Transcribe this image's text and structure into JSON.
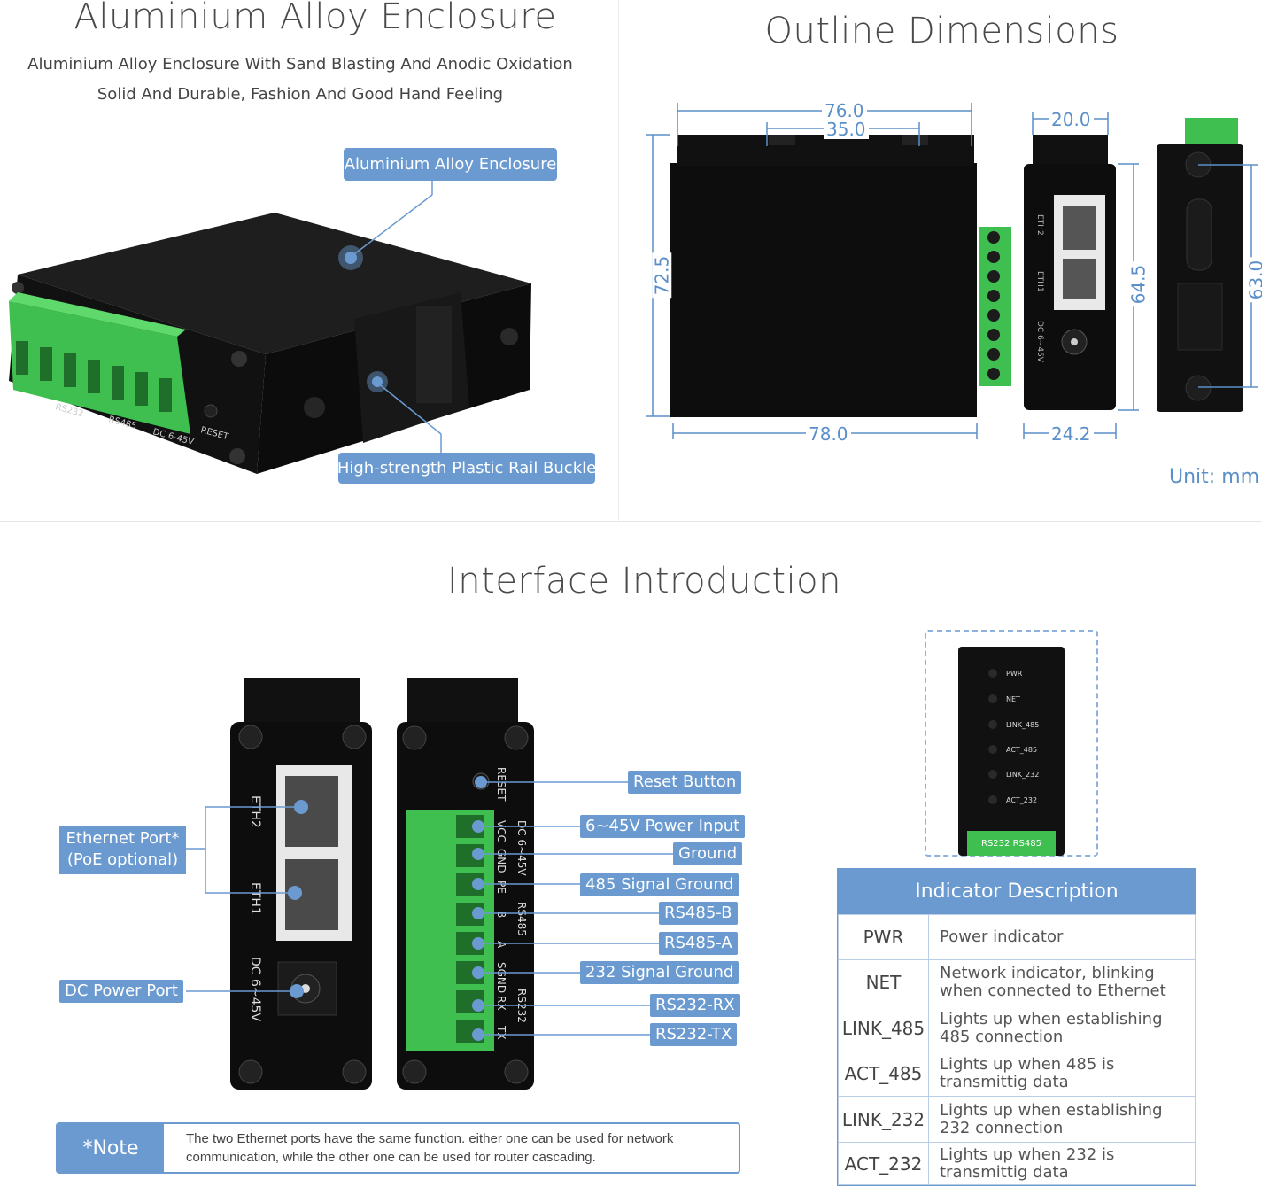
{
  "enclosure": {
    "title": "Aluminium Alloy Enclosure",
    "subtitle_line1": "Aluminium Alloy Enclosure With Sand Blasting And Anodic Oxidation",
    "subtitle_line2": "Solid And Durable, Fashion And Good Hand Feeling",
    "callout_enclosure": "Aluminium Alloy Enclosure",
    "callout_buckle": "High-strength Plastic Rail Buckle",
    "device_labels": [
      "RS232",
      "RS485",
      "DC 6-45V",
      "RESET"
    ]
  },
  "dimensions": {
    "title": "Outline Dimensions",
    "top_width": "76.0",
    "top_inner": "35.0",
    "height_left": "72.5",
    "bottom_width": "78.0",
    "side_width_top": "20.0",
    "side_height": "64.5",
    "side_width_bottom": "24.2",
    "rear_height": "63.0",
    "unit": "Unit: mm",
    "port_labels": [
      "ETH2",
      "ETH1",
      "DC 6~45V"
    ]
  },
  "interface": {
    "title": "Interface Introduction",
    "left_labels": {
      "ethernet_line1": "Ethernet Port*",
      "ethernet_line2": "(PoE optional)",
      "dc_port": "DC Power Port"
    },
    "panel_left_labels": [
      "ETH2",
      "ETH1",
      "DC 6~45V"
    ],
    "panel_right_labels": {
      "reset": "RESET",
      "vcc": "VCC",
      "gnd": "GND",
      "dc": "DC 6~45V",
      "pe": "PE",
      "b": "B",
      "a": "A",
      "rs485": "RS485",
      "sgnd": "SGND",
      "rx": "RX",
      "tx": "TX",
      "rs232": "RS232"
    },
    "right_callouts": [
      "Reset Button",
      "6~45V Power Input",
      "Ground",
      "485 Signal Ground",
      "RS485-B",
      "RS485-A",
      "232 Signal Ground",
      "RS232-RX",
      "RS232-TX"
    ],
    "note": {
      "label": "*Note",
      "text": "The two Ethernet ports have the same function. either one can be used for network communication, while the other one can be used for router cascading."
    }
  },
  "indicator_panel": {
    "leds": [
      "PWR",
      "NET",
      "LINK_485",
      "ACT_485",
      "LINK_232",
      "ACT_232"
    ],
    "bottom_label": "RS232 RS485"
  },
  "indicator_table": {
    "header": "Indicator Description",
    "rows": [
      {
        "name": "PWR",
        "desc": "Power indicator"
      },
      {
        "name": "NET",
        "desc": "Network indicator, blinking when connected to Ethernet"
      },
      {
        "name": "LINK_485",
        "desc": "Lights up when establishing 485 connection"
      },
      {
        "name": "ACT_485",
        "desc": "Lights up when 485 is transmittig data"
      },
      {
        "name": "LINK_232",
        "desc": "Lights up when establishing 232 connection"
      },
      {
        "name": "ACT_232",
        "desc": "Lights up when 232 is transmittig data"
      }
    ]
  },
  "colors": {
    "accent_blue": "#6a9ad0",
    "dim_blue": "#5b8fc8",
    "terminal_green": "#3fbf4f",
    "device_black": "#141414"
  }
}
